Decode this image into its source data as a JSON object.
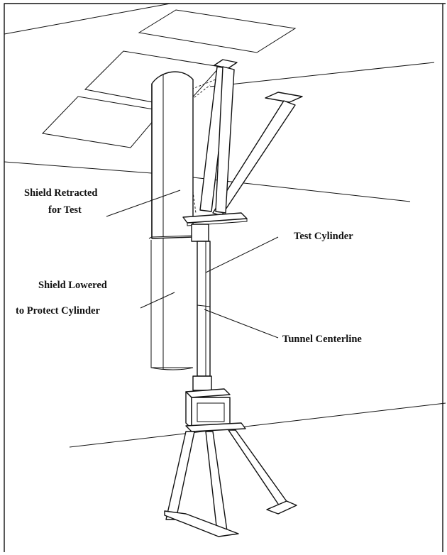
{
  "labels": {
    "shield_retracted_line1": "Shield Retracted",
    "shield_retracted_line2": "for Test",
    "shield_lowered_line1": "Shield Lowered",
    "shield_lowered_line2": "to Protect Cylinder",
    "test_cylinder": "Test Cylinder",
    "tunnel_centerline": "Tunnel Centerline"
  }
}
